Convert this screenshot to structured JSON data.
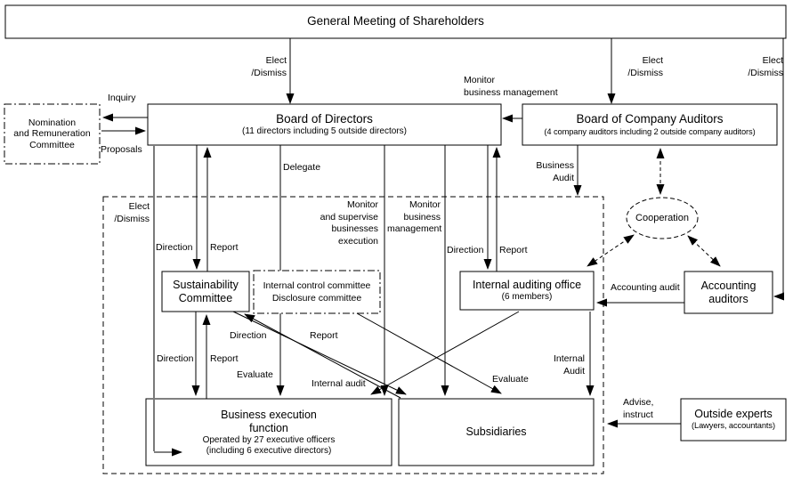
{
  "diagram": {
    "boxes": {
      "general_meeting": {
        "title": "General Meeting of Shareholders"
      },
      "board_of_directors": {
        "title": "Board of Directors",
        "subtitle": "(11 directors including 5 outside directors)"
      },
      "board_of_company_auditors": {
        "title": "Board of Company Auditors",
        "subtitle": "(4 company auditors including 2 outside company auditors)"
      },
      "nomination_committee": {
        "title": "Nomination\nand Remuneration\nCommittee"
      },
      "sustainability_committee": {
        "title": "Sustainability\nCommittee"
      },
      "internal_control_committee": {
        "title": "Internal control committee\nDisclosure committee"
      },
      "internal_auditing_office": {
        "title": "Internal auditing office",
        "subtitle": "(6 members)"
      },
      "accounting_auditors": {
        "title": "Accounting\nauditors"
      },
      "business_execution_function": {
        "title": "Business execution\nfunction",
        "subtitle1": "Operated by 27 executive officers",
        "subtitle2": "(including 6 executive directors)"
      },
      "subsidiaries": {
        "title": "Subsidiaries"
      },
      "outside_experts": {
        "title": "Outside experts",
        "subtitle": "(Lawyers, accountants)"
      },
      "cooperation": {
        "title": "Cooperation"
      }
    },
    "edge_labels": {
      "elect_dismiss_1": "Elect\n/Dismiss",
      "elect_dismiss_2": "Elect\n/Dismiss",
      "elect_dismiss_3": "Elect\n/Dismiss",
      "elect_dismiss_4": "Elect\n/Dismiss",
      "inquiry": "Inquiry",
      "proposals": "Proposals",
      "monitor_business_management_top": "Monitor\nbusiness management",
      "delegate": "Delegate",
      "business_audit": "Business\nAudit",
      "direction_bod_sustainability": "Direction",
      "report_sustainability_bod": "Report",
      "monitor_and_supervise": "Monitor\nand supervise\nbusinesses\nexecution",
      "monitor_business_management_mid": "Monitor\nbusiness\nmanagement",
      "direction_bod_iao": "Direction",
      "report_iao_bod": "Report",
      "direction_sustainability_bef": "Direction",
      "report_bef_sustainability": "Report",
      "direction_sustainability_subsidiaries": "Direction",
      "report_subsidiaries_sustainability": "Report",
      "evaluate_left": "Evaluate",
      "evaluate_right": "Evaluate",
      "internal_audit_lower": "Internal audit",
      "internal_audit_right": "Internal\nAudit",
      "accounting_audit": "Accounting audit",
      "advise_instruct": "Advise,\ninstruct"
    }
  }
}
